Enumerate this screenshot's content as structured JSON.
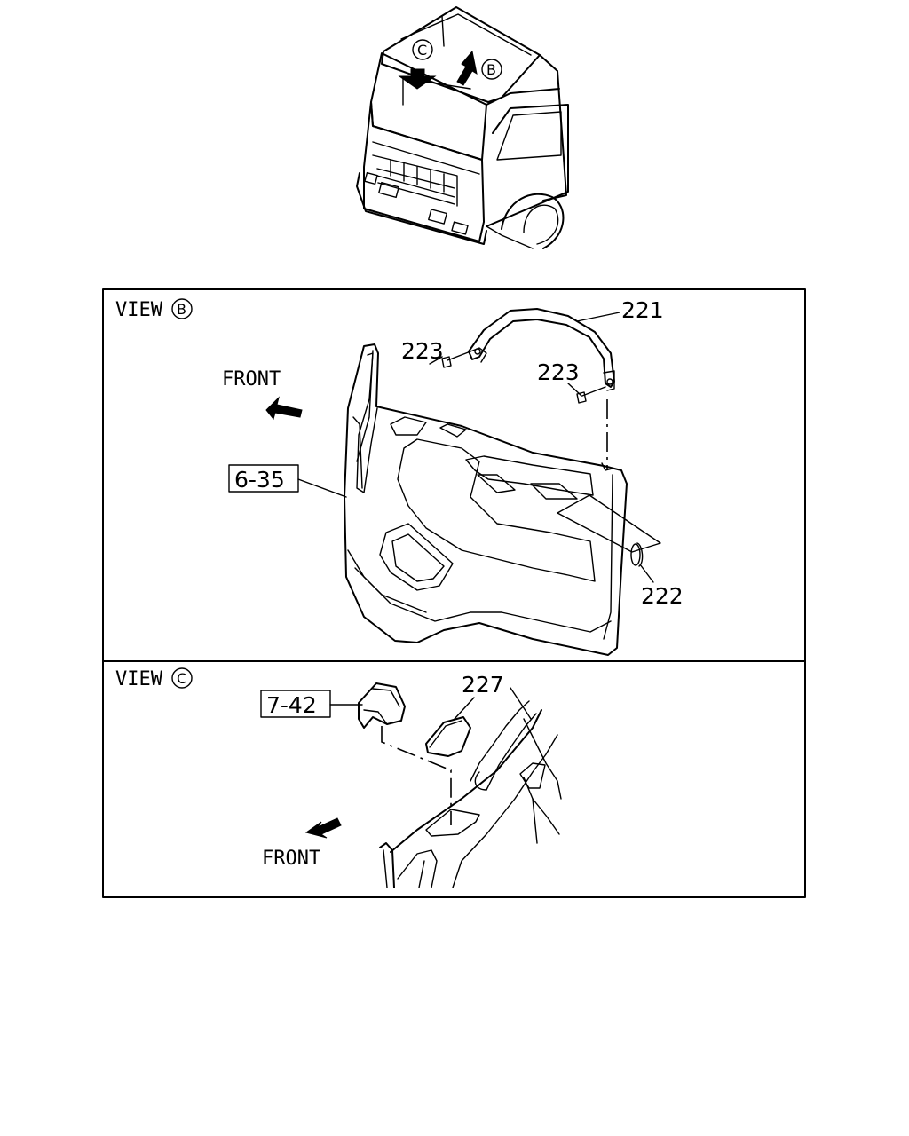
{
  "overview": {
    "view_c_marker": "C",
    "view_b_marker": "B"
  },
  "view_b": {
    "title": "VIEW",
    "marker": "B",
    "front_label": "FRONT",
    "ref_box": "6-35",
    "callouts": {
      "grab_handle": "221",
      "screw_left": "223",
      "screw_right": "223",
      "cap": "222"
    }
  },
  "view_c": {
    "title": "VIEW",
    "marker": "C",
    "front_label": "FRONT",
    "ref_box": "7-42",
    "callouts": {
      "pad": "227"
    }
  }
}
